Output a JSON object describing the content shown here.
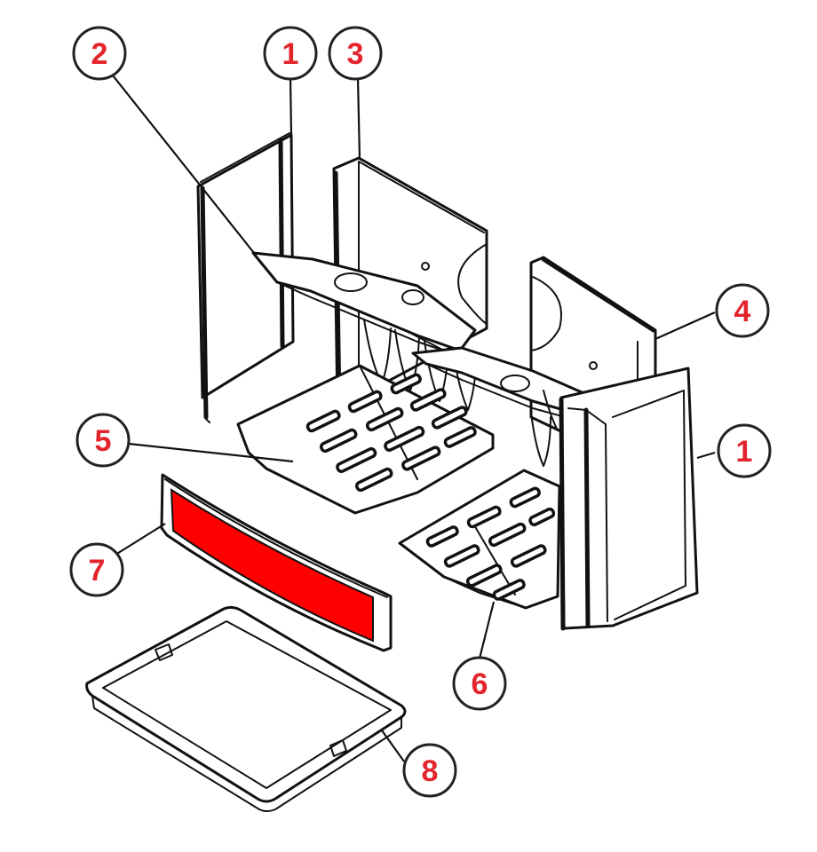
{
  "diagram": {
    "callouts": [
      {
        "id": "c2",
        "label": "2"
      },
      {
        "id": "c1-top",
        "label": "1"
      },
      {
        "id": "c3",
        "label": "3"
      },
      {
        "id": "c4",
        "label": "4"
      },
      {
        "id": "c5",
        "label": "5"
      },
      {
        "id": "c1-right",
        "label": "1"
      },
      {
        "id": "c7",
        "label": "7"
      },
      {
        "id": "c6",
        "label": "6"
      },
      {
        "id": "c8",
        "label": "8"
      }
    ]
  },
  "colors": {
    "callout_text": "#e3242b",
    "liner_highlight": "#ff0000",
    "line": "#111111"
  }
}
